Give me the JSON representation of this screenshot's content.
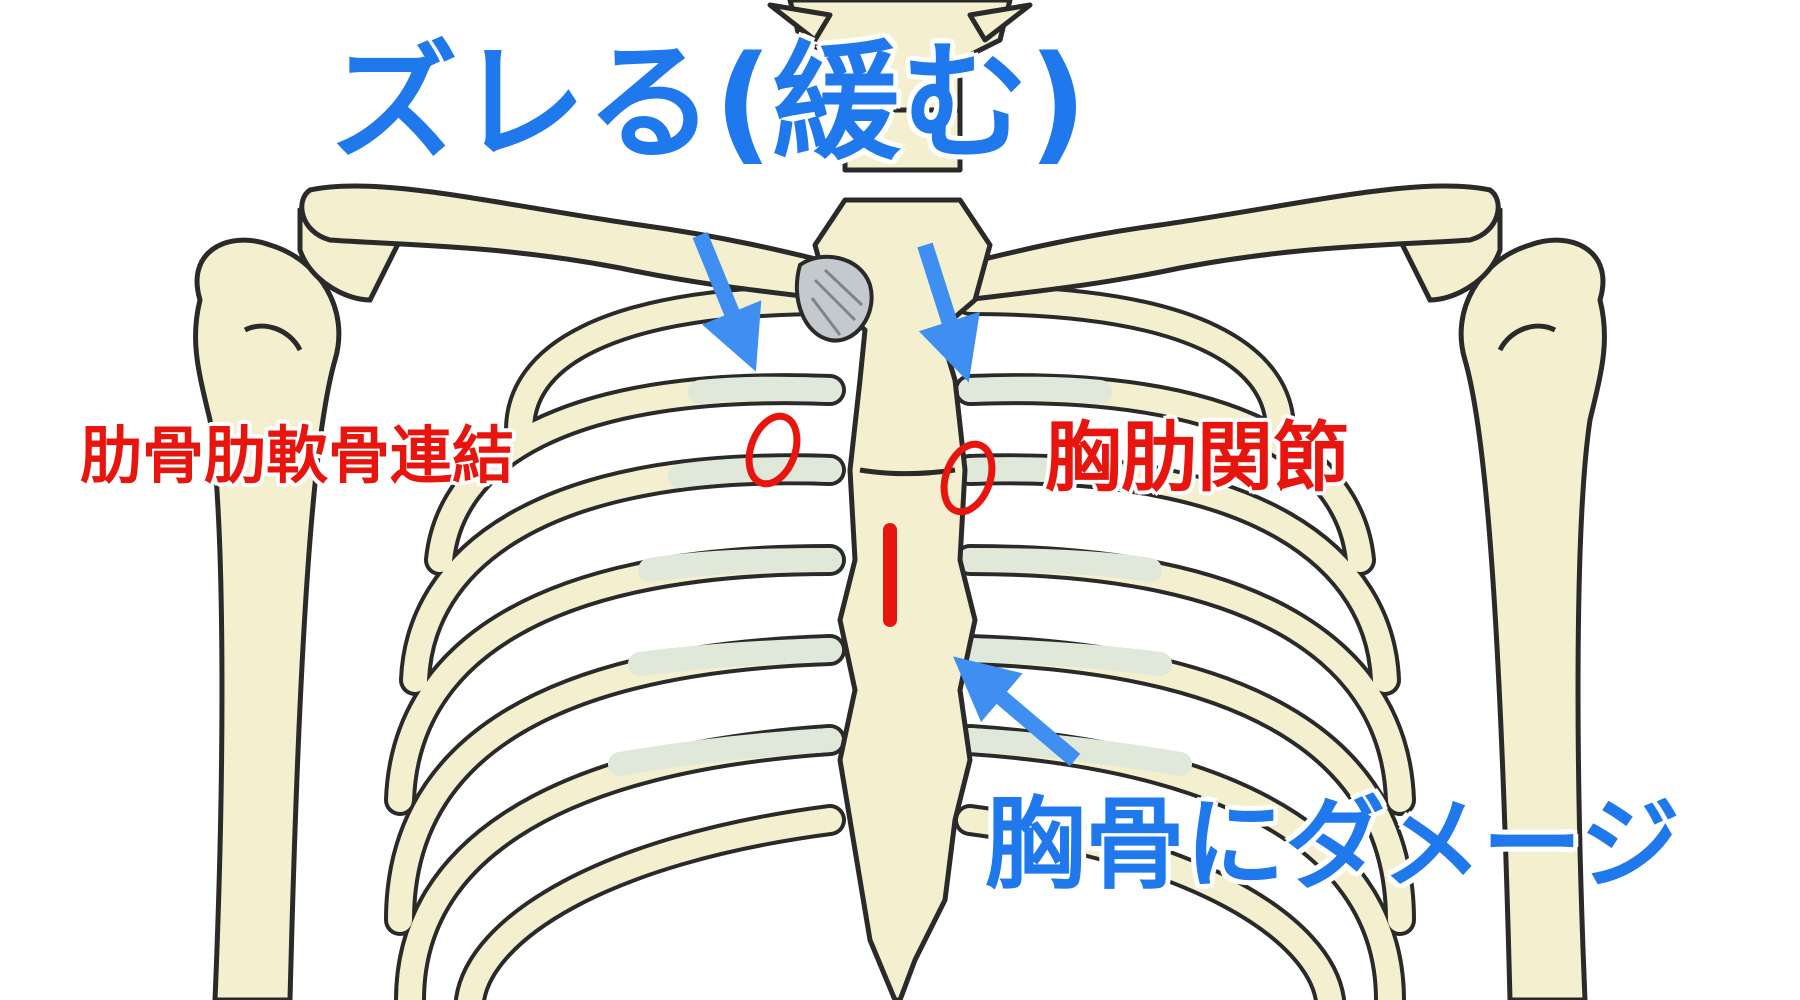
{
  "labels": {
    "top": "ズレる(緩む)",
    "left": "肋骨肋軟骨連結",
    "right": "胸肋関節",
    "bottom": "胸骨にダメージ"
  },
  "colors": {
    "bone": "#f3efcf",
    "cartilage": "#dfe8d9",
    "outline": "#2a2a2a",
    "annotation_blue": "#1f78ec",
    "annotation_blue_light": "#3f8ff3",
    "marker_red": "#e8150f"
  }
}
